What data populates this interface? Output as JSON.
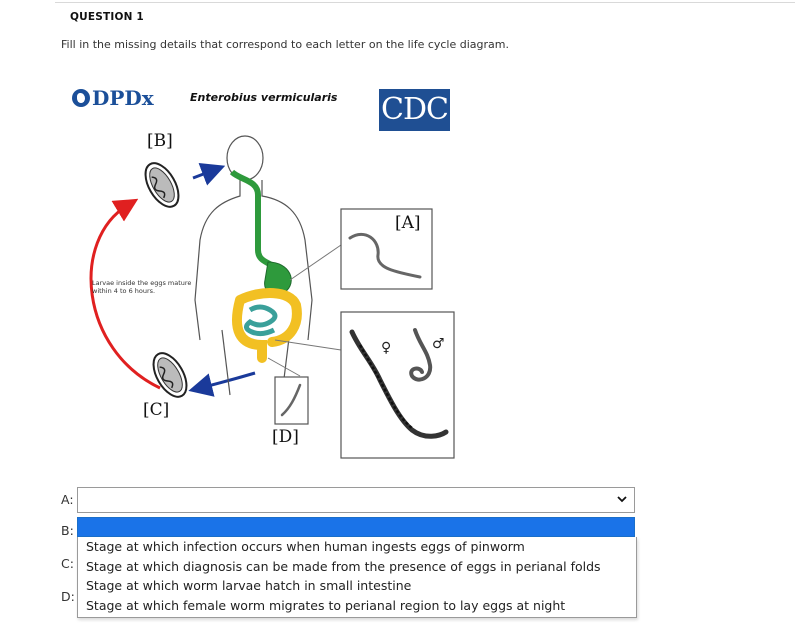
{
  "question": {
    "title": "QUESTION 1",
    "prompt": "Fill in the missing details that correspond to each letter on the life cycle diagram."
  },
  "diagram": {
    "logo_left": "DPDx",
    "species": "Enterobius vermicularis",
    "logo_right": "CDC",
    "tags": {
      "a": "[A]",
      "b": "[B]",
      "c": "[C]",
      "d": "[D]"
    },
    "larvae_note": "Larvae inside the eggs mature within 4 to 6 hours.",
    "female_symbol": "♀",
    "male_symbol": "♂",
    "colors": {
      "esophagus": "#2e9a3c",
      "intestine": "#f2c023",
      "small_intestine": "#3aa09a",
      "arrow_red": "#e02020",
      "arrow_blue": "#1a3a9a"
    }
  },
  "answers": {
    "labels": {
      "a": "A:",
      "b": "B:",
      "c": "C:",
      "d": "D:"
    },
    "select_a_value": "",
    "options": [
      "Stage at which infection occurs when human ingests eggs of pinworm",
      "Stage at which diagnosis can be made from the presence of eggs in perianal folds",
      "Stage at which worm larvae hatch in small intestine",
      "Stage at which female worm migrates to perianal region to lay eggs at night"
    ],
    "chevron_icon": "chevron-down-icon"
  }
}
